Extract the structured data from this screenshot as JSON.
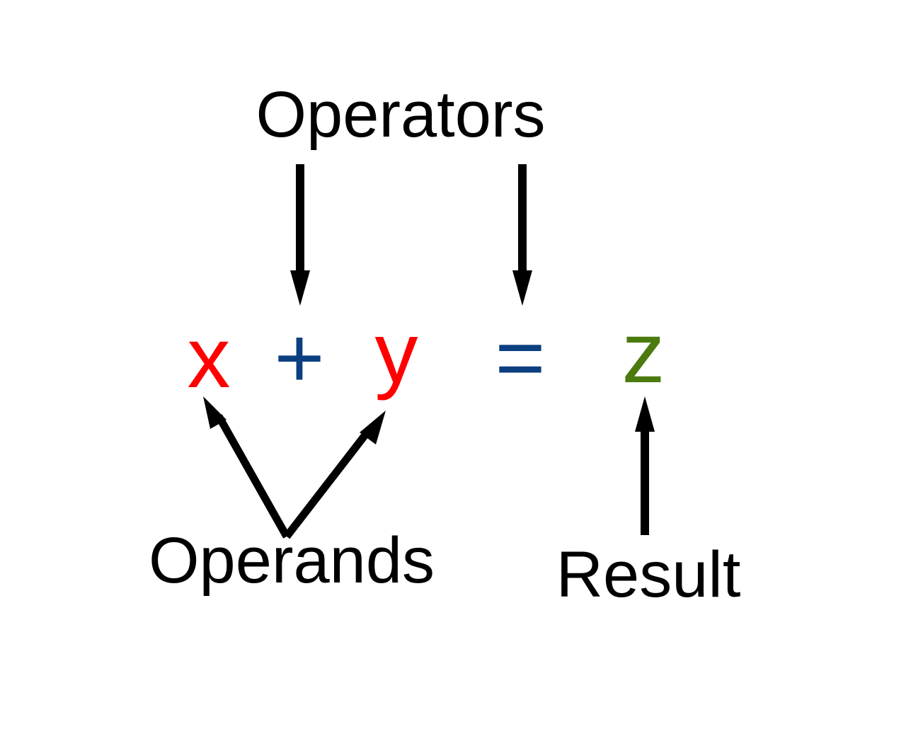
{
  "labels": {
    "operators": "Operators",
    "operands": "Operands",
    "result": "Result"
  },
  "equation": {
    "x": "x",
    "plus": "+",
    "y": "y",
    "equals": "=",
    "z": "z"
  },
  "colors": {
    "operand": "#ff0000",
    "operator": "#0b3f80",
    "result": "#4b7a0e",
    "label": "#000000",
    "arrow": "#000000"
  }
}
